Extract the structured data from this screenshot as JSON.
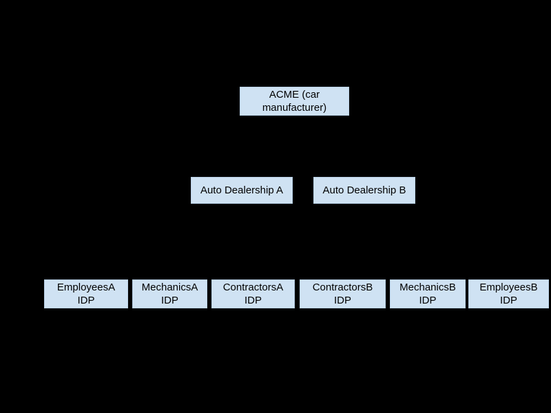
{
  "diagram": {
    "description": "Identity hierarchy diagram: car manufacturer, two dealerships, six identity provider (IDP) boxes",
    "colors": {
      "background": "#000000",
      "node_fill": "#cfe2f3",
      "node_border": "#b7cfe6",
      "node_text": "#000000"
    },
    "nodes": [
      {
        "id": "acme",
        "level": 1,
        "line1": "ACME (car",
        "line2": "manufacturer)"
      },
      {
        "id": "dealership-a",
        "level": 2,
        "line1": "Auto Dealership A",
        "line2": ""
      },
      {
        "id": "dealership-b",
        "level": 2,
        "line1": "Auto Dealership B",
        "line2": ""
      },
      {
        "id": "employees-a",
        "level": 3,
        "line1": "EmployeesA",
        "line2": "IDP"
      },
      {
        "id": "mechanics-a",
        "level": 3,
        "line1": "MechanicsA",
        "line2": "IDP"
      },
      {
        "id": "contractors-a",
        "level": 3,
        "line1": "ContractorsA",
        "line2": "IDP"
      },
      {
        "id": "contractors-b",
        "level": 3,
        "line1": "ContractorsB",
        "line2": "IDP"
      },
      {
        "id": "mechanics-b",
        "level": 3,
        "line1": "MechanicsB",
        "line2": "IDP"
      },
      {
        "id": "employees-b",
        "level": 3,
        "line1": "EmployeesB",
        "line2": "IDP"
      }
    ]
  }
}
